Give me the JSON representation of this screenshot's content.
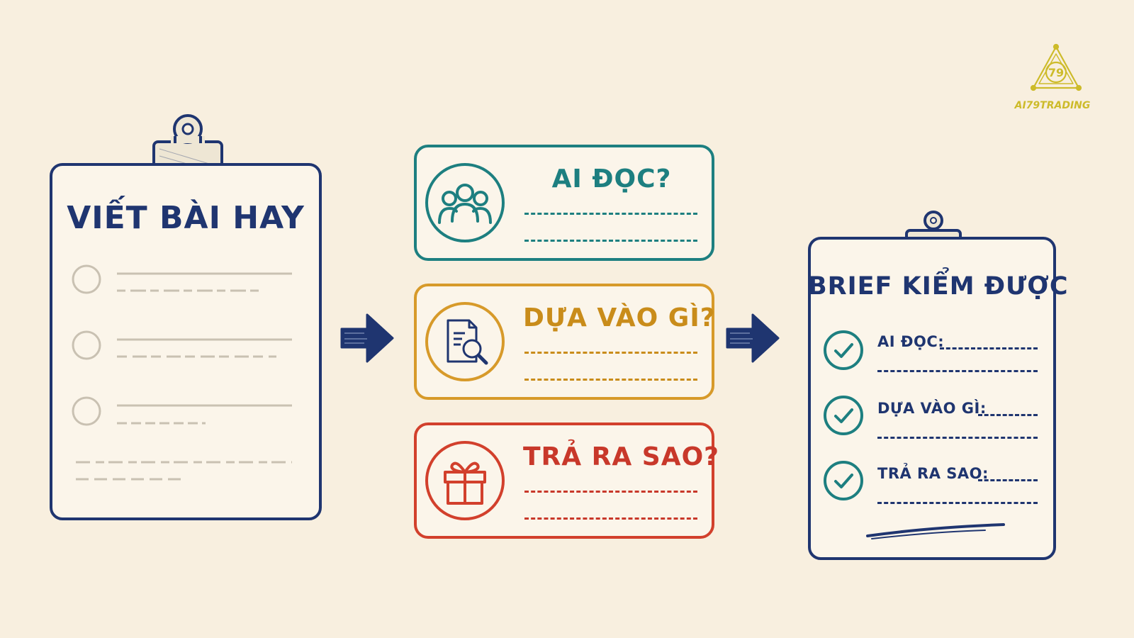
{
  "left_clipboard": {
    "title": "VIẾT BÀI HAY"
  },
  "questions": [
    {
      "label": "AI ĐỌC?",
      "icon": "people-group-icon",
      "color": "#1d7f80"
    },
    {
      "label": "DỰA VÀO GÌ?",
      "icon": "document-search-icon",
      "color": "#d79a2a"
    },
    {
      "label": "TRẢ RA SAO?",
      "icon": "gift-icon",
      "color": "#d2402c"
    }
  ],
  "right_clipboard": {
    "title": "BRIEF KIỂM ĐƯỢC",
    "items": [
      {
        "label": "AI ĐỌC:"
      },
      {
        "label": "DỰA VÀO GÌ:"
      },
      {
        "label": "TRẢ RA SAO:"
      }
    ]
  },
  "logo": {
    "text": "AI79TRADING",
    "badge": "79",
    "color": "#cdbb2a"
  },
  "colors": {
    "navy": "#1f3570",
    "teal": "#1d7f80",
    "gold": "#d79a2a",
    "red": "#d2402c",
    "background": "#f8efdf"
  }
}
